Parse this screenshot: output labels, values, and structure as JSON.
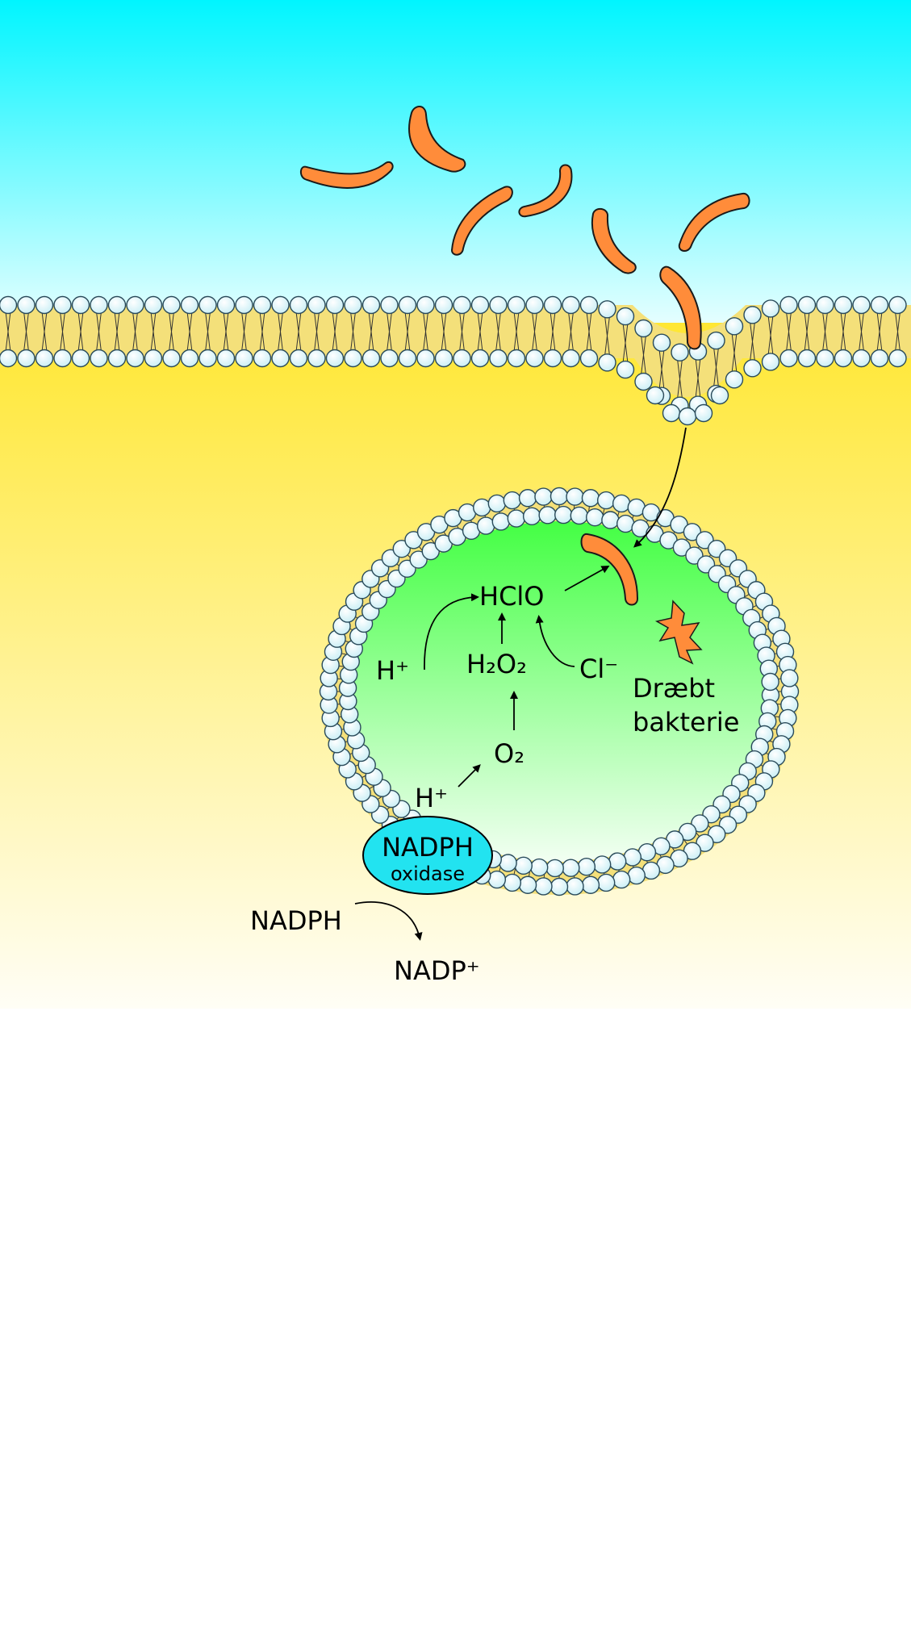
{
  "labels": {
    "hclo": "HClO",
    "h_plus_upper": "H⁺",
    "h2o2": "H₂O₂",
    "cl_minus": "Cl⁻",
    "killed_line1": "Dræbt",
    "killed_line2": "bakterie",
    "o2": "O₂",
    "h_plus_lower": "H⁺",
    "enzyme_line1": "NADPH",
    "enzyme_line2": "oxidase",
    "nadph": "NADPH",
    "nadp_plus": "NADP⁺"
  },
  "colors": {
    "outside_top": "#00f5ff",
    "outside_bottom": "#f0ffff",
    "cytoplasm_top": "#ffe733",
    "cytoplasm_bottom": "#fffef8",
    "phagosome_top": "#44ff44",
    "phagosome_bottom": "#f2fff2",
    "bacteria": "#ff8c3a",
    "bacteria_outline": "#1a1a1a",
    "lipid_head": "#f2fbff",
    "lipid_head_stroke": "#2a4a5a",
    "membrane_core": "#f4e07a",
    "enzyme": "#22e3f0"
  }
}
